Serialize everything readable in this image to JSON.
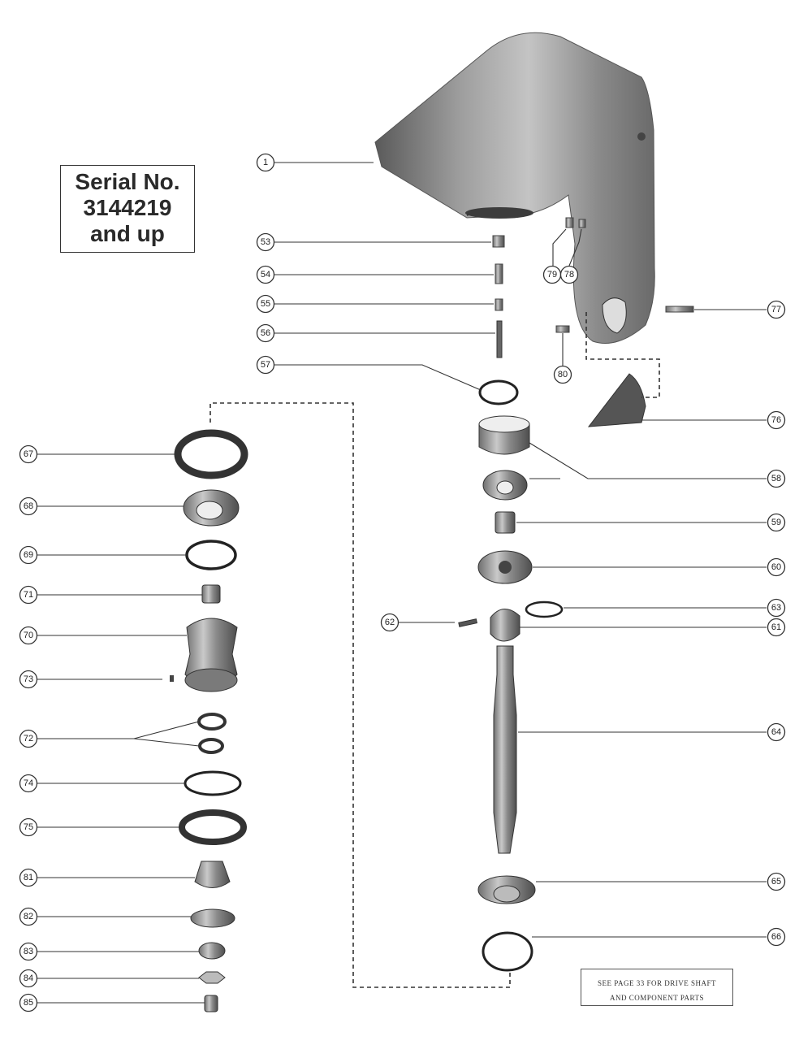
{
  "serial": {
    "line1": "Serial No.",
    "line2": "3144219",
    "line3": "and up"
  },
  "note": {
    "line1": "SEE PAGE 33 FOR DRIVE SHAFT",
    "line2": "AND COMPONENT PARTS"
  },
  "callouts": {
    "c1": "1",
    "c53": "53",
    "c54": "54",
    "c55": "55",
    "c56": "56",
    "c57": "57",
    "c58": "58",
    "c59": "59",
    "c60": "60",
    "c61a": "61",
    "c62a": "62",
    "c63": "63",
    "c64": "64",
    "c65": "65",
    "c66": "66",
    "c67": "67",
    "c68": "68",
    "c69": "69",
    "c70": "70",
    "c71": "71",
    "c72": "72",
    "c73": "73",
    "c74": "74",
    "c75": "75",
    "c76": "76",
    "c77": "77",
    "c78": "78",
    "c79": "79",
    "c80": "80",
    "c81": "81",
    "c82": "82",
    "c83": "83",
    "c84": "84",
    "c85": "85"
  }
}
